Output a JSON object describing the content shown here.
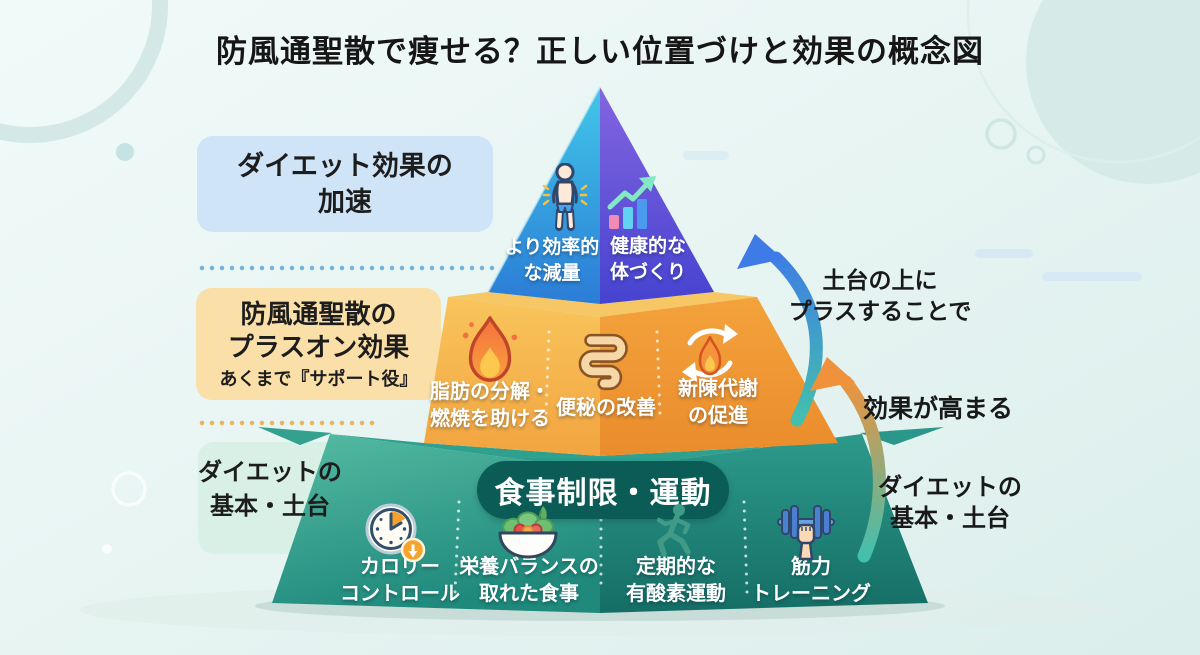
{
  "title": "防風通聖散で痩せる？正しい位置づけと効果の概念図",
  "left_labels": {
    "acceleration": {
      "line1": "ダイエット効果の",
      "line2": "加速"
    },
    "plus_on": {
      "line1": "防風通聖散の",
      "line2": "プラスオン効果",
      "note": "あくまで『サポート役』"
    },
    "foundation": {
      "line1": "ダイエットの",
      "line2": "基本・土台"
    }
  },
  "right_annotations": {
    "plus": {
      "line1": "土台の上に",
      "line2": "プラスすることで"
    },
    "effect": "効果が高まる",
    "foundation": {
      "line1": "ダイエットの",
      "line2": "基本・土台"
    }
  },
  "tiers": {
    "top": {
      "items": [
        {
          "icon": "slim-body-icon",
          "line1": "より効率的",
          "line2": "な減量"
        },
        {
          "icon": "growth-chart-icon",
          "line1": "健康的な",
          "line2": "体づくり"
        }
      ]
    },
    "middle": {
      "items": [
        {
          "icon": "flame-icon",
          "line1": "脂肪の分解・",
          "line2": "燃焼を助ける"
        },
        {
          "icon": "intestine-icon",
          "line1": "便秘の改善",
          "line2": ""
        },
        {
          "icon": "metabolism-icon",
          "line1": "新陳代謝",
          "line2": "の促進"
        }
      ]
    },
    "bottom": {
      "banner": "食事制限・運動",
      "items": [
        {
          "icon": "clock-icon",
          "line1": "カロリー",
          "line2": "コントロール"
        },
        {
          "icon": "salad-icon",
          "line1": "栄養バランスの",
          "line2": "取れた食事"
        },
        {
          "icon": "runner-icon",
          "line1": "定期的な",
          "line2": "有酸素運動"
        },
        {
          "icon": "dumbbell-icon",
          "line1": "筋力",
          "line2": "トレーニング"
        }
      ]
    }
  },
  "colors": {
    "background": "#e8f5f3",
    "title_text": "#161616",
    "label_box_blue": "#cfe4f7",
    "label_box_orange": "#fbdfa8",
    "label_box_mint": "#d8f0e6",
    "tier_top_left": "#38c3e6",
    "tier_top_right": "#6a56d8",
    "tier_middle_left": "#f7bd54",
    "tier_middle_right": "#ef9c36",
    "tier_bottom_left": "#3fae97",
    "tier_bottom_right": "#1d8076",
    "banner_pill": "#0b5c56",
    "arrow_blue": "#3e7be6",
    "arrow_orange": "#f0923c"
  }
}
